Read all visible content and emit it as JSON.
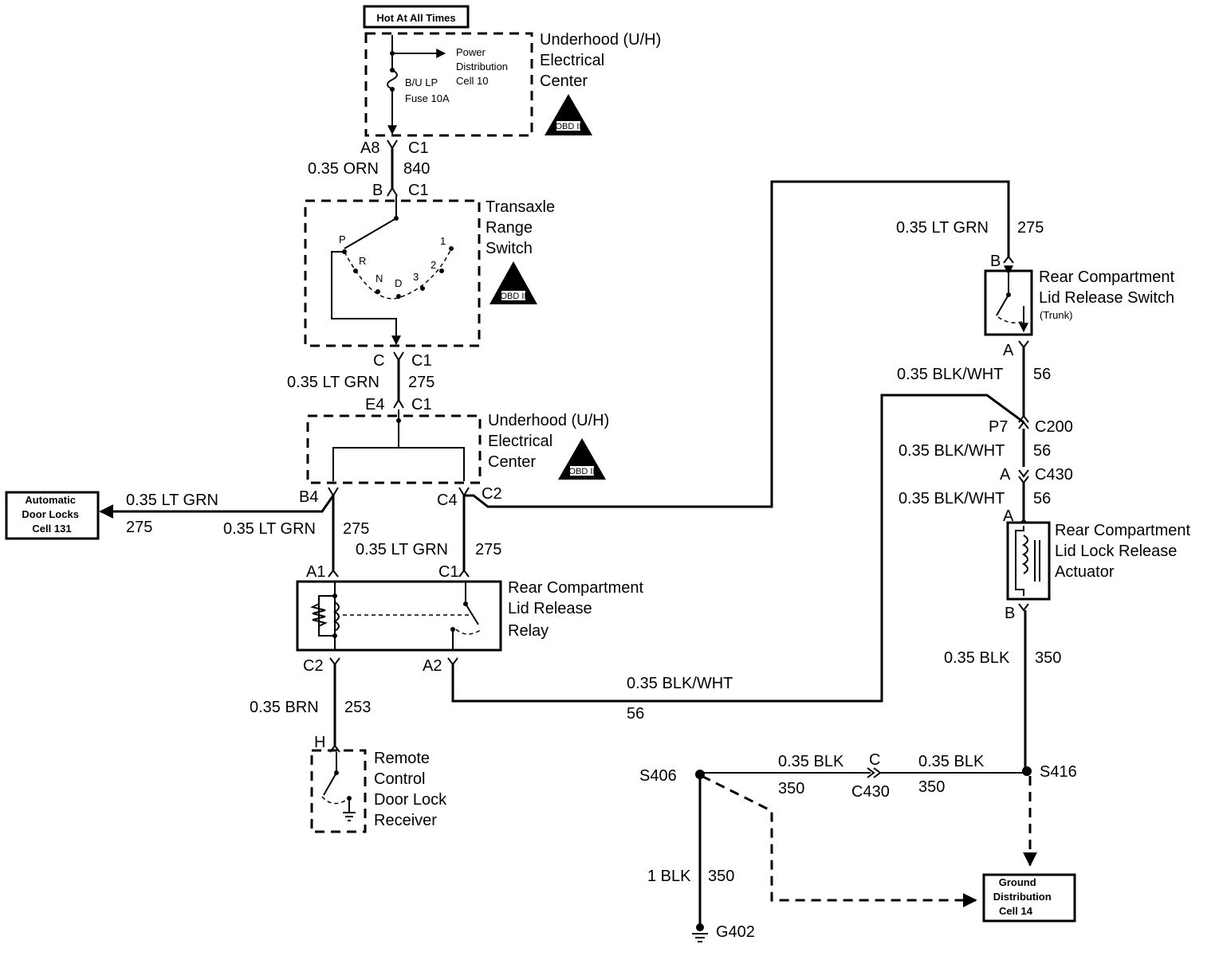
{
  "power": {
    "hot_label": "Hot At All Times",
    "uh_center_title": [
      "Underhood (U/H)",
      "Electrical",
      "Center"
    ],
    "power_dist_ref": [
      "Power",
      "Distribution",
      "Cell 10"
    ],
    "fuse_label": [
      "B/U LP",
      "Fuse 10A"
    ],
    "obd_label": "OBD II"
  },
  "connectors": {
    "a8": "A8",
    "c1_top": "C1",
    "b_trs": "B",
    "c1_trs": "C1",
    "c_trs": "C",
    "c1_trs_bot": "C1",
    "e4": "E4",
    "c1_uh2": "C1",
    "b4": "B4",
    "c4": "C4",
    "c2_uh2": "C2",
    "a1": "A1",
    "c1_relay": "C1",
    "c2_relay": "C2",
    "a2_relay": "A2",
    "h_receiver": "H",
    "b_switch": "B",
    "a_switch": "A",
    "p7": "P7",
    "c200": "C200",
    "a_c430": "A",
    "c430": "C430",
    "a_act": "A",
    "b_act": "B",
    "c_c430b": "C",
    "c430b": "C430"
  },
  "wires": {
    "orn_color": "0.35 ORN",
    "orn_circuit": "840",
    "ltgrn_trs_color": "0.35 LT GRN",
    "ltgrn_trs_circuit": "275",
    "adl_color": "0.35 LT GRN",
    "adl_circuit": "275",
    "b4_color": "0.35 LT GRN",
    "b4_circuit": "275",
    "c4_color": "0.35 LT GRN",
    "c4_circuit": "275",
    "sw_color": "0.35 LT GRN",
    "sw_circuit": "275",
    "brn_color": "0.35 BRN",
    "brn_circuit": "253",
    "a2_color": "0.35 BLK/WHT",
    "a2_circuit": "56",
    "sw_a_color": "0.35 BLK/WHT",
    "sw_a_circuit": "56",
    "c200_color": "0.35 BLK/WHT",
    "c200_circuit": "56",
    "c430_color": "0.35 BLK/WHT",
    "c430_circuit": "56",
    "act_b_color": "0.35 BLK",
    "act_b_circuit": "350",
    "s406_color": "0.35 BLK",
    "s406_circuit": "350",
    "s416_color": "0.35 BLK",
    "s416_circuit": "350",
    "g402_color": "1 BLK",
    "g402_circuit": "350"
  },
  "components": {
    "transaxle": [
      "Transaxle",
      "Range",
      "Switch"
    ],
    "gear_labels": {
      "p": "P",
      "r": "R",
      "n": "N",
      "d": "D",
      "three": "3",
      "two": "2",
      "one": "1"
    },
    "uh_center2": [
      "Underhood (U/H)",
      "Electrical",
      "Center"
    ],
    "adl_box": [
      "Automatic",
      "Door Locks",
      "Cell 131"
    ],
    "relay": [
      "Rear Compartment",
      "Lid Release",
      "Relay"
    ],
    "receiver": [
      "Remote",
      "Control",
      "Door Lock",
      "Receiver"
    ],
    "trunk_switch": [
      "Rear Compartment",
      "Lid Release Switch"
    ],
    "trunk_note": "(Trunk)",
    "actuator": [
      "Rear Compartment",
      "Lid Lock Release",
      "Actuator"
    ],
    "ground_box": [
      "Ground",
      "Distribution",
      "Cell 14"
    ]
  },
  "splices": {
    "s406": "S406",
    "s416": "S416"
  },
  "grounds": {
    "g402": "G402"
  }
}
